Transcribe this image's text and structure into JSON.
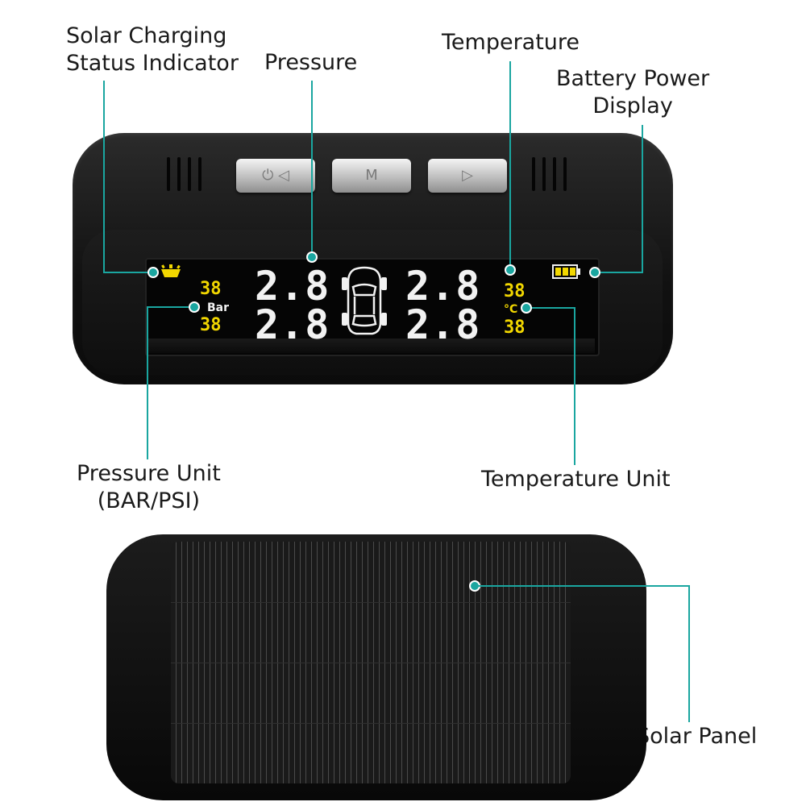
{
  "labels": {
    "solar_charging": [
      "Solar Charging",
      "Status Indicator"
    ],
    "pressure": "Pressure",
    "temperature": "Temperature",
    "battery": [
      "Battery Power",
      "Display"
    ],
    "pressure_unit": [
      "Pressure Unit",
      "(BAR/PSI)"
    ],
    "temperature_unit": "Temperature Unit",
    "solar_panel": "Solar Panel"
  },
  "display": {
    "front_left_pressure": "2.8",
    "front_right_pressure": "2.8",
    "rear_left_pressure": "2.8",
    "rear_right_pressure": "2.8",
    "front_left_temp": "38",
    "rear_left_temp": "38",
    "front_right_temp": "38",
    "rear_right_temp": "38",
    "pressure_unit": "Bar",
    "temp_unit": "°C"
  },
  "buttons": {
    "left": "⏻ ◁",
    "mode": "M",
    "right": "▷"
  },
  "colors": {
    "accent": "#1aa6a0",
    "lcd_white": "#f2f2f2",
    "lcd_yellow": "#f2d700"
  }
}
